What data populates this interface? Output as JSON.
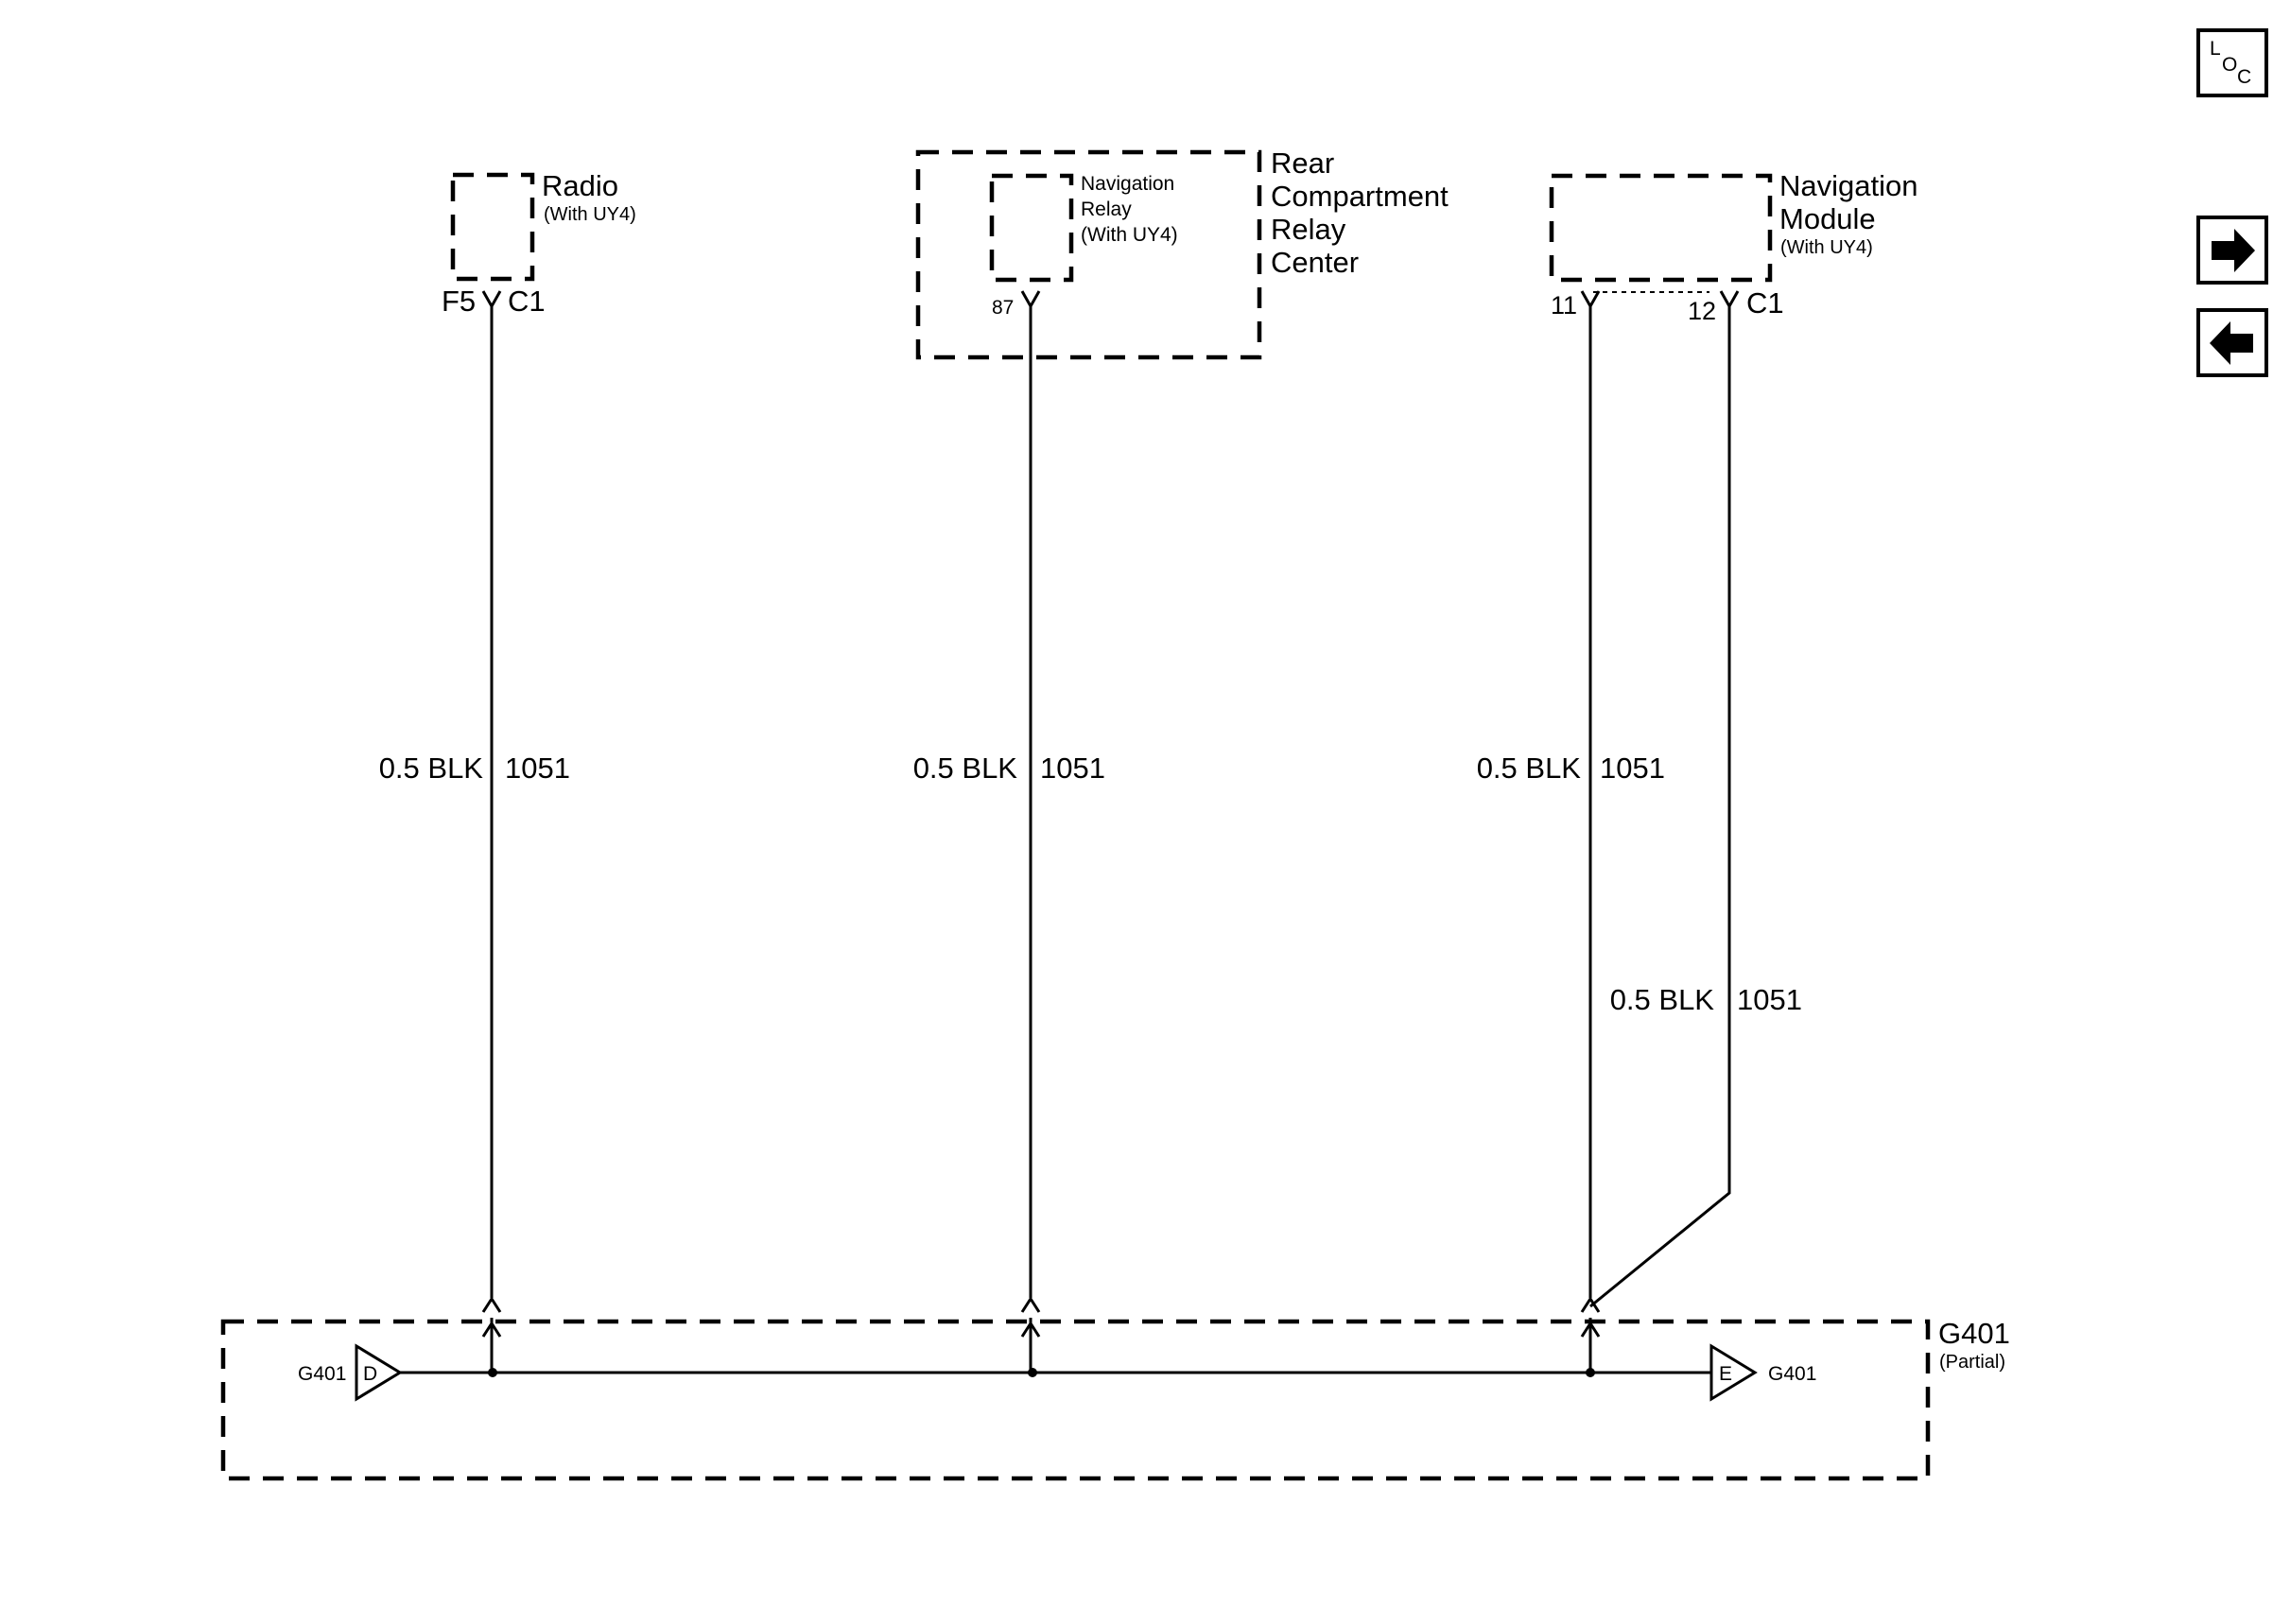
{
  "components": {
    "radio": {
      "name": "Radio",
      "option": "(With UY4)",
      "pin": "F5",
      "connector": "C1"
    },
    "relay_center": {
      "name_lines": [
        "Rear",
        "Compartment",
        "Relay",
        "Center"
      ],
      "relay_name_lines": [
        "Navigation",
        "Relay",
        "(With UY4)"
      ],
      "pin": "87"
    },
    "nav_module": {
      "name_lines": [
        "Navigation",
        "Module"
      ],
      "option": "(With UY4)",
      "pin_a": "11",
      "pin_b": "12",
      "connector": "C1"
    }
  },
  "wires": [
    {
      "gauge_color": "0.5 BLK",
      "circuit": "1051"
    },
    {
      "gauge_color": "0.5 BLK",
      "circuit": "1051"
    },
    {
      "gauge_color": "0.5 BLK",
      "circuit": "1051"
    },
    {
      "gauge_color": "0.5 BLK",
      "circuit": "1051"
    }
  ],
  "ground": {
    "name": "G401",
    "note": "(Partial)",
    "left_ref": {
      "label": "G401",
      "letter": "D"
    },
    "right_ref": {
      "label": "G401",
      "letter": "E"
    }
  },
  "nav_icons": {
    "loc": {
      "l": "L",
      "o": "O",
      "c": "C",
      "icon": "location-icon"
    },
    "forward": {
      "icon": "arrow-right-icon"
    },
    "back": {
      "icon": "arrow-left-icon"
    }
  }
}
